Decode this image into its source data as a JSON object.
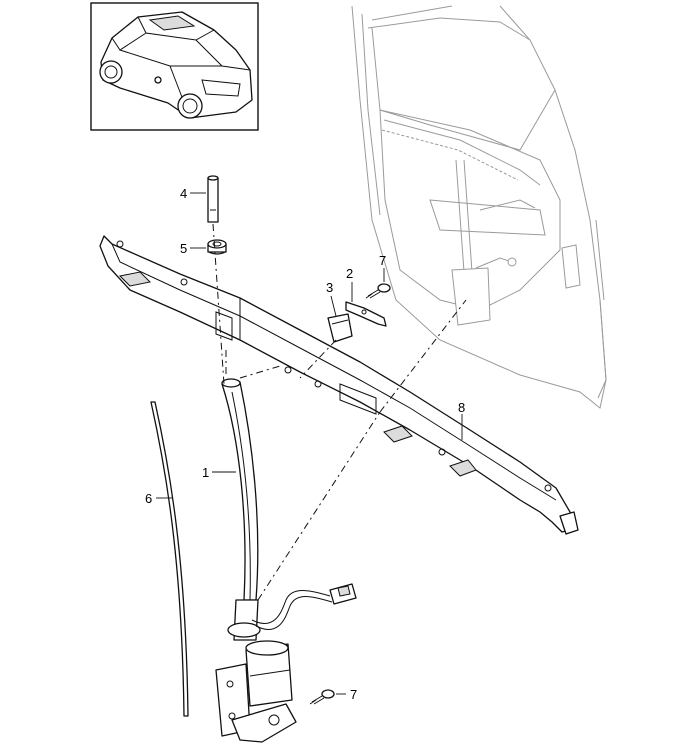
{
  "callouts": {
    "p1": "1",
    "p2": "2",
    "p3": "3",
    "p4": "4",
    "p5": "5",
    "p6": "6",
    "p7a": "7",
    "p7b": "7",
    "p8": "8"
  }
}
